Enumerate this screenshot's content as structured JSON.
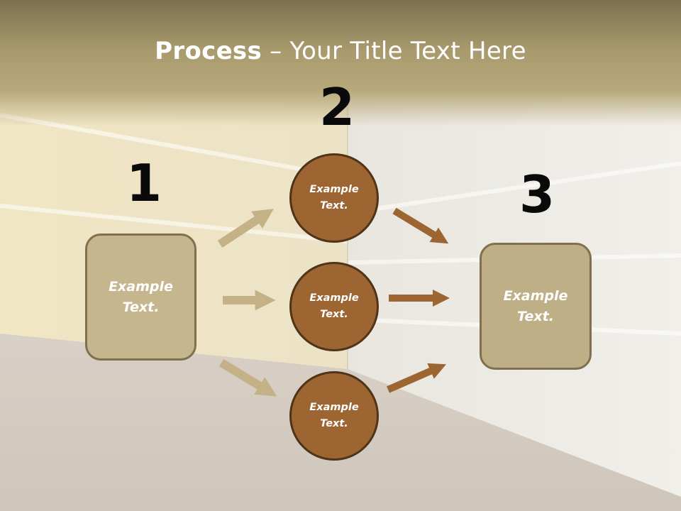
{
  "title": {
    "bold": "Process",
    "rest": " – Your Title Text Here"
  },
  "steps": {
    "one": "1",
    "two": "2",
    "three": "3"
  },
  "nodes": {
    "left_box": "Example Text.",
    "circle_top": "Example Text.",
    "circle_mid": "Example Text.",
    "circle_bottom": "Example Text.",
    "right_box": "Example Text."
  },
  "colors": {
    "box_fill": "#bfaf86",
    "circle_fill": "#9c6532",
    "arrow_light": "#c4b286",
    "arrow_dark": "#9c6532"
  }
}
